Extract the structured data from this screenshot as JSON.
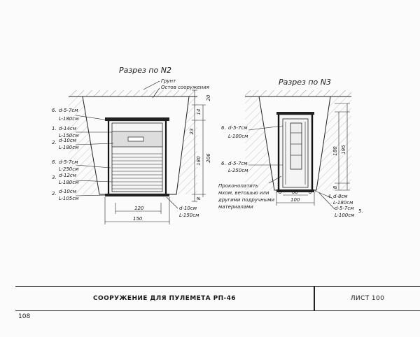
{
  "section2": {
    "title": "Разрез по N2",
    "ground": "Грунт",
    "skeleton": "Остов сооружения",
    "labels": [
      {
        "a": "6.",
        "b": "d-5-7см",
        "c": "L-180см"
      },
      {
        "a": "1.",
        "b": "d-14см",
        "c": "L-150см"
      },
      {
        "a": "2.",
        "b": "d-10см",
        "c": "L-180см"
      },
      {
        "a": "6.",
        "b": "d-5-7см",
        "c": "L-250см"
      },
      {
        "a": "3.",
        "b": "d-12см",
        "c": "L-180см"
      },
      {
        "a": "2.",
        "b": "d-10см",
        "c": "L-105см"
      }
    ],
    "bottom_note": {
      "b": "d-10см",
      "c": "L-150см"
    },
    "dims": {
      "d20": "20",
      "d14": "14",
      "d206": "206",
      "d180": "180",
      "d8": "8",
      "d120": "120",
      "d150": "150",
      "d23": "23"
    }
  },
  "section3": {
    "title": "Разрез по N3",
    "labels": [
      {
        "a": "6.",
        "b": "d-5-7см",
        "c": "L-100см"
      },
      {
        "a": "6.",
        "b": "d-5-7см",
        "c": "L-250см"
      }
    ],
    "note": [
      "Проконопатить",
      "мхом, ветошью или",
      "другими подручными",
      "материалами"
    ],
    "right_labels": [
      {
        "a": "4.",
        "b": "d-8см",
        "c": "L-180см"
      },
      {
        "a": "5.",
        "b": "d-5-7см",
        "c": "L-100см"
      }
    ],
    "dims": {
      "d60": "60",
      "d100": "100",
      "d8a": "8",
      "d8b": "8",
      "d195": "195",
      "d180": "180",
      "d8c": "8"
    }
  },
  "title_block": {
    "title": "СООРУЖЕНИЕ ДЛЯ ПУЛЕМЕТА РП-46",
    "sheet": "ЛИСТ 100"
  },
  "page_number": "108"
}
